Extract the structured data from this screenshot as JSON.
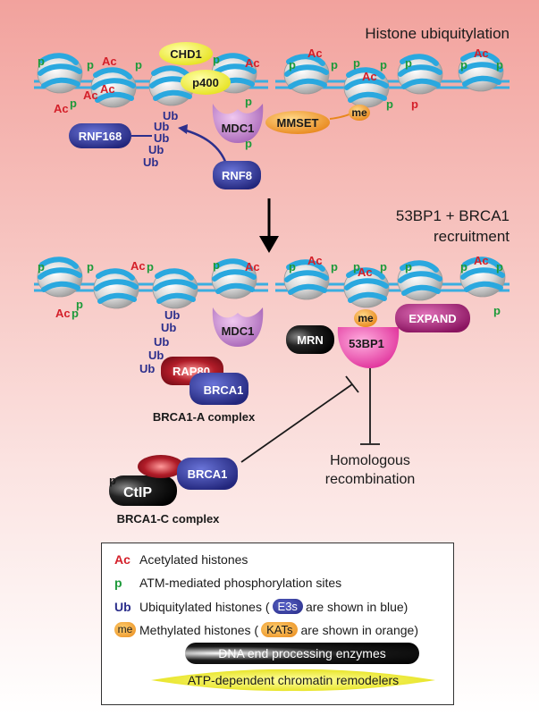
{
  "titles": {
    "histone_ubiquitylation": "Histone ubiquitylation",
    "recruitment_line1": "53BP1 + BRCA1",
    "recruitment_line2": "recruitment",
    "homologous_line1": "Homologous",
    "homologous_line2": "recombination"
  },
  "proteins": {
    "chd1": "CHD1",
    "p400": "p400",
    "mdc1": "MDC1",
    "mmset": "MMSET",
    "rnf168": "RNF168",
    "rnf8": "RNF8",
    "rap80": "RAP80",
    "brca1": "BRCA1",
    "mrn": "MRN",
    "bp53": "53BP1",
    "expand": "EXPAND",
    "ctip": "CtIP"
  },
  "marks": {
    "ac": "Ac",
    "p": "p",
    "ub": "Ub",
    "me": "me"
  },
  "complexes": {
    "brca1_a": "BRCA1-A complex",
    "brca1_c": "BRCA1-C complex"
  },
  "legend": {
    "ac_label": "Acetylated histones",
    "p_label": "ATM-mediated phosphorylation sites",
    "ub_label_1": "Ubiquitylated histones (",
    "e3s": "E3s",
    "ub_label_2": " are shown in blue)",
    "me_label_1": "Methylated histones (",
    "kats": "KATs",
    "me_label_2": " are shown in orange)",
    "dna_end": "DNA end processing enzymes",
    "atp": "ATP-dependent chromatin remodelers"
  },
  "colors": {
    "acetyl": "#d4202a",
    "phospho": "#1d9a3a",
    "ubiquitin": "#2c2f8c",
    "methyl_kat": "#e98a1c",
    "remodeler": "#e8e83a",
    "dna_end_enzyme": "#000000"
  }
}
